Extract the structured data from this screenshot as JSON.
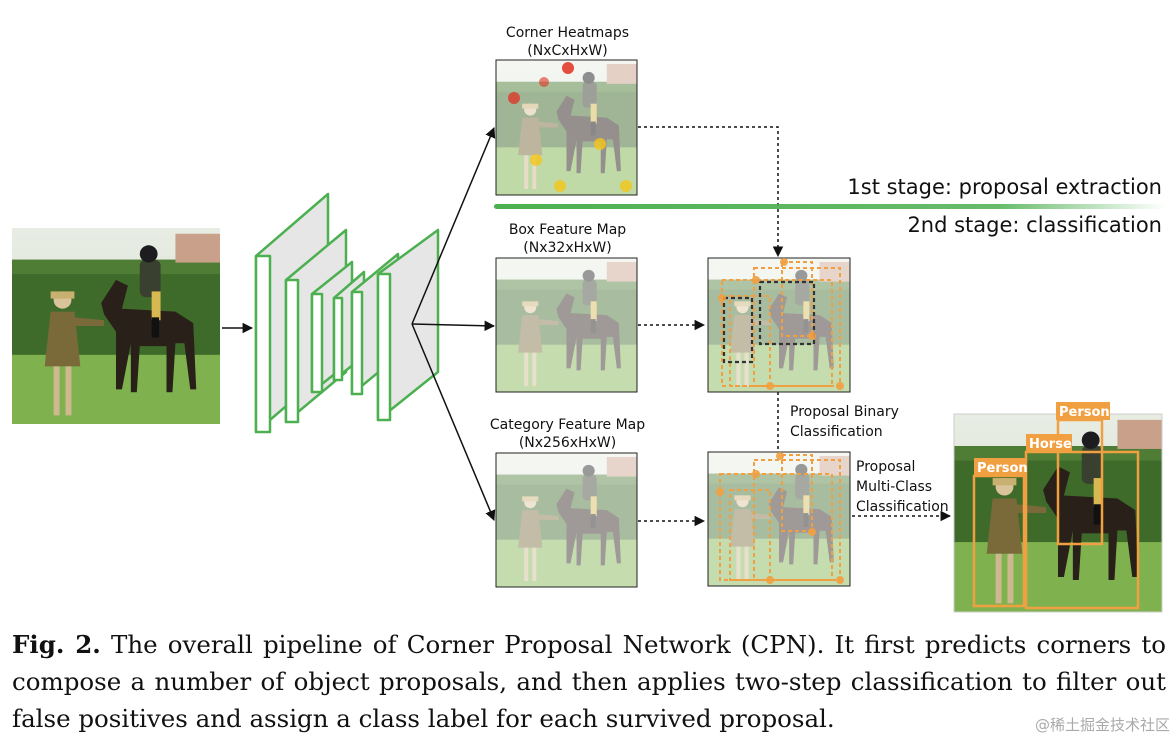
{
  "labels": {
    "corner_heatmaps_title": "Corner Heatmaps",
    "corner_heatmaps_dims": "(NxCxHxW)",
    "box_feature_title": "Box Feature Map",
    "box_feature_dims": "(Nx32xHxW)",
    "category_feature_title": "Category Feature Map",
    "category_feature_dims": "(Nx256xHxW)",
    "binary_line1": "Proposal Binary",
    "binary_line2": "Classification",
    "multiclass_line1": "Proposal",
    "multiclass_line2": "Multi-Class",
    "multiclass_line3": "Classification"
  },
  "stages": {
    "first": "1st stage: proposal extraction",
    "second": "2nd stage: classification"
  },
  "detections": {
    "person_left": "Person",
    "horse": "Horse",
    "person_rider": "Person"
  },
  "caption": {
    "label": "Fig. 2.",
    "text": "The overall pipeline of Corner Proposal Network (CPN). It first predicts corners to compose a number of object proposals, and then applies two-step classification to filter out false positives and assign a class label for each survived proposal."
  },
  "watermark": "@稀土掘金技术社区",
  "colors": {
    "network_green": "#4cb050",
    "proposal_orange": "#f0a040",
    "heat_red": "#e03020",
    "heat_yellow": "#f5c518"
  }
}
